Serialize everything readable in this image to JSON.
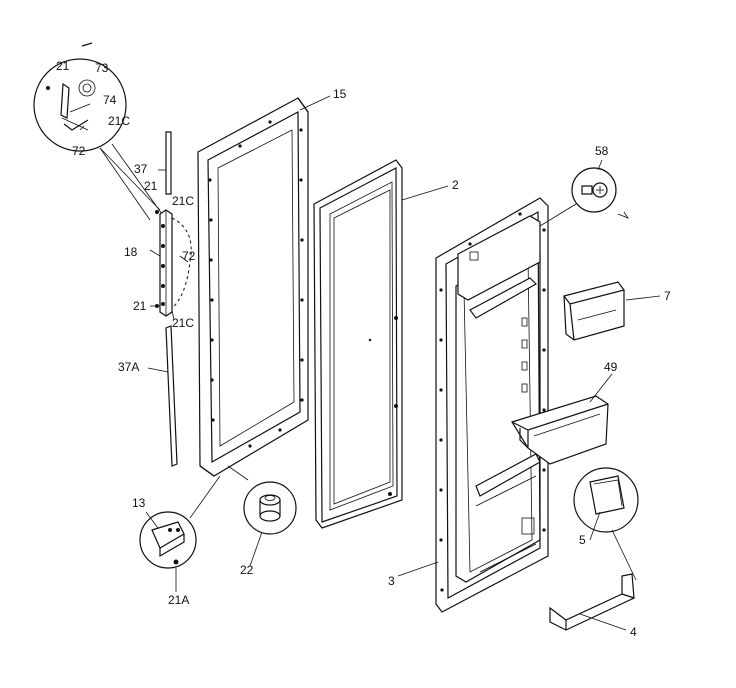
{
  "part_labels": {
    "p15": "15",
    "p2": "2",
    "p58": "58",
    "p7": "7",
    "p49": "49",
    "p5": "5",
    "p4": "4",
    "p3": "3",
    "p22": "22",
    "p13": "13",
    "p21A": "21A",
    "p37A": "37A",
    "p18": "18",
    "p37": "37",
    "p21_upper": "21",
    "p21C_upper": "21C",
    "p72_mid": "72",
    "p21_lower": "21",
    "p21C_lower": "21C",
    "p21_detail": "21",
    "p73": "73",
    "p74": "74",
    "p21C_detail": "21C",
    "p72_detail": "72"
  }
}
